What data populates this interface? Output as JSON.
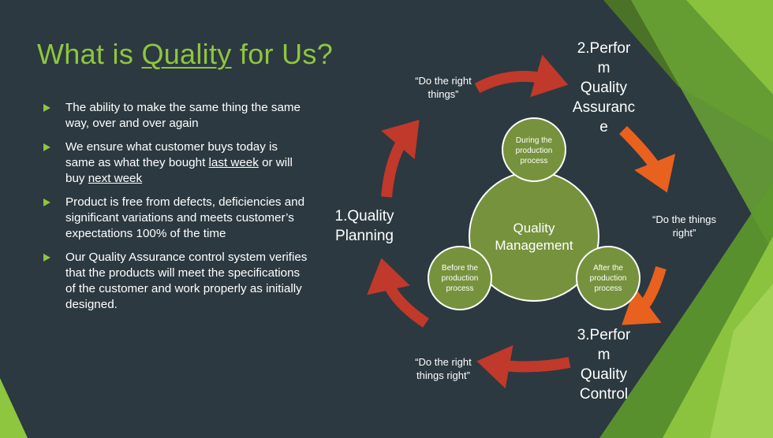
{
  "title": {
    "prefix": "What is ",
    "highlight": "Quality",
    "suffix": " for Us?"
  },
  "bullets": [
    {
      "text_1": "The ability to make the same thing the same way, over and over again"
    },
    {
      "text_1": "We ensure what customer buys today is same as what they bought ",
      "link_1": "last week",
      "text_2": " or will buy ",
      "link_2": "next week"
    },
    {
      "text_1": "Product is free from defects, deficiencies and significant variations and meets customer’s expectations 100% of the time"
    },
    {
      "text_1": "Our Quality Assurance control system verifies that the products will meet the specifications of the customer and work properly as initially designed."
    }
  ],
  "diagram": {
    "center": "Quality Management",
    "satellite_top": "During the production process",
    "satellite_left": "Before the production process",
    "satellite_right": "After the production process",
    "stage_1": "1.Quality Planning",
    "stage_2_lines": [
      "2.Perfor",
      "m",
      "Quality",
      "Assuranc",
      "e"
    ],
    "stage_3_lines": [
      "3.Perfor",
      "m",
      "Quality",
      "Control"
    ],
    "quote_top": "“Do the right things”",
    "quote_right": "“Do the things right”",
    "quote_bottom": "“Do the right things right”"
  },
  "colors": {
    "background": "#2c3940",
    "accent_green": "#8ec63f",
    "circle_fill": "#76923c",
    "arrow_red": "#c0392b",
    "arrow_orange": "#e8611e"
  }
}
